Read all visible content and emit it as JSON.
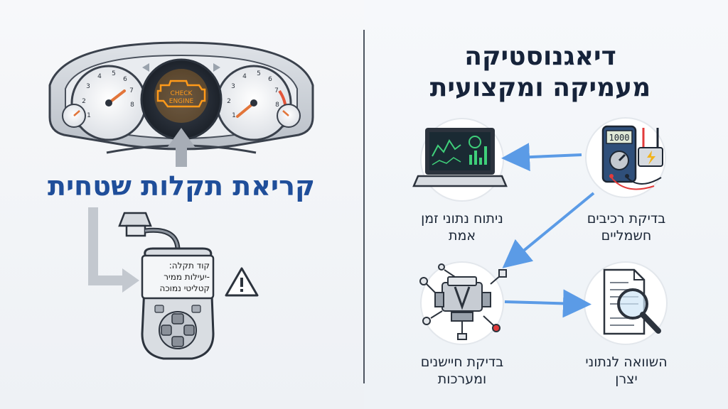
{
  "left": {
    "title": "קריאת תקלות שטחית",
    "engine_light": "CHECK ENGINE",
    "scanner_screen": [
      "קוד תקלה:",
      "-יעילות ממיר",
      "קטליטי נמוכה"
    ]
  },
  "right": {
    "title_line1": "דיאגנוסטיקה",
    "title_line2": "מעמיקה ומקצועית",
    "multimeter_display": "1000",
    "items": {
      "realtime": [
        "ניתוח נתוני זמן",
        "אמת"
      ],
      "electrical": [
        "בדיקת רכיבים",
        "חשמליים"
      ],
      "sensors": [
        "בדיקת חיישנים",
        "ומערכות"
      ],
      "compare": [
        "השוואה לנתוני",
        "יצרן"
      ]
    }
  },
  "colors": {
    "accent_blue": "#1f4e9a",
    "arrow_blue": "#5b9be6",
    "engine_orange": "#ff9a1a",
    "dark": "#2c333d"
  }
}
